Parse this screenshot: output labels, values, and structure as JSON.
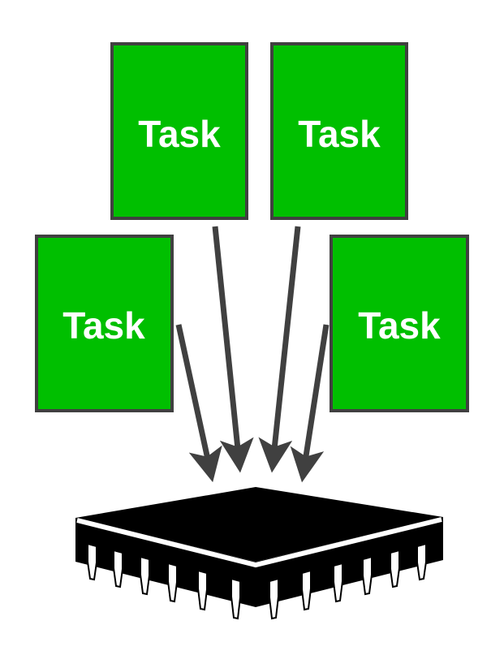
{
  "colors": {
    "task_fill": "#00BF00",
    "task_stroke": "#404040",
    "arrow": "#404040",
    "chip_top": "#000000",
    "chip_body": "#000000",
    "chip_edge": "#ffffff",
    "pin_fill": "#ffffff",
    "pin_stroke": "#000000"
  },
  "tasks": [
    {
      "label": "Task"
    },
    {
      "label": "Task"
    },
    {
      "label": "Task"
    },
    {
      "label": "Task"
    }
  ],
  "processor": {
    "icon": "cpu-chip-icon"
  }
}
